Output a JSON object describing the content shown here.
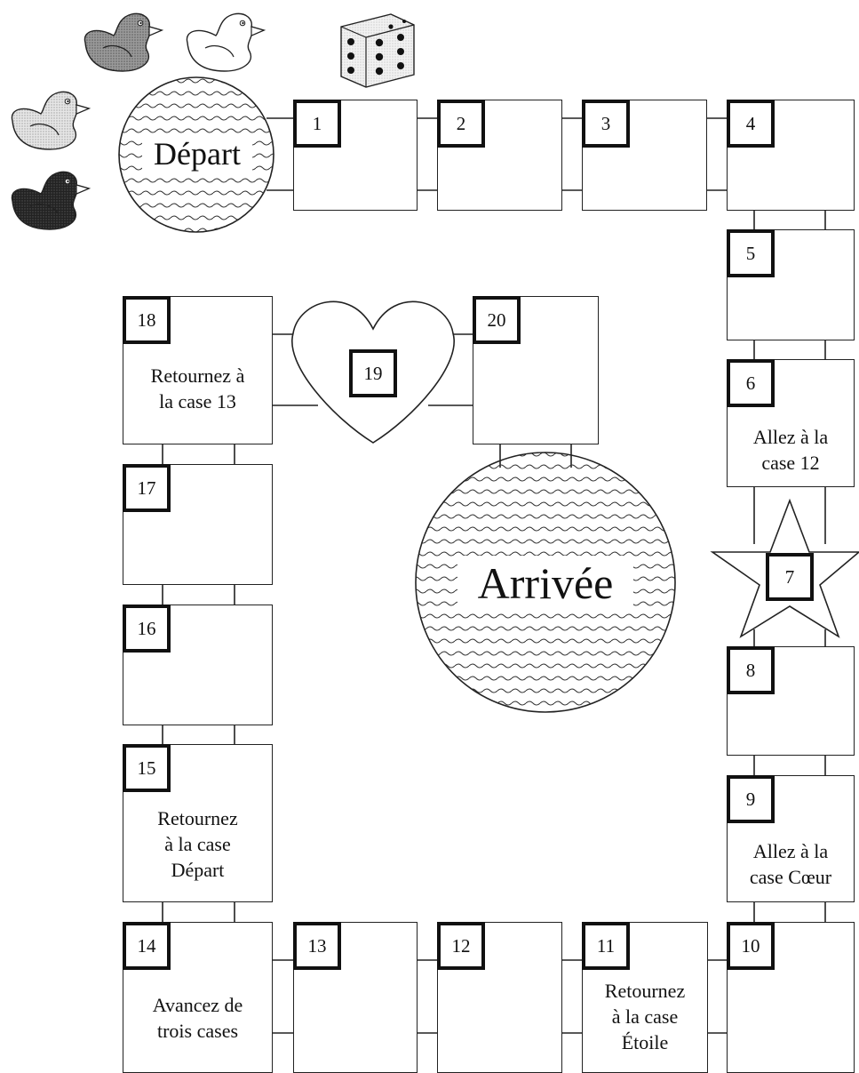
{
  "game": {
    "start_label": "Départ",
    "finish_label": "Arrivée",
    "squares": [
      {
        "num": "1",
        "text": ""
      },
      {
        "num": "2",
        "text": ""
      },
      {
        "num": "3",
        "text": ""
      },
      {
        "num": "4",
        "text": ""
      },
      {
        "num": "5",
        "text": ""
      },
      {
        "num": "6",
        "text": "Allez à la\ncase 12"
      },
      {
        "num": "7",
        "text": ""
      },
      {
        "num": "8",
        "text": ""
      },
      {
        "num": "9",
        "text": "Allez à la\ncase Cœur"
      },
      {
        "num": "10",
        "text": ""
      },
      {
        "num": "11",
        "text": "Retournez\nà la case\nÉtoile"
      },
      {
        "num": "12",
        "text": ""
      },
      {
        "num": "13",
        "text": ""
      },
      {
        "num": "14",
        "text": "Avancez de\ntrois cases"
      },
      {
        "num": "15",
        "text": "Retournez\nà la case\nDépart"
      },
      {
        "num": "16",
        "text": ""
      },
      {
        "num": "17",
        "text": ""
      },
      {
        "num": "18",
        "text": "Retournez à\nla case 13"
      },
      {
        "num": "19",
        "text": ""
      },
      {
        "num": "20",
        "text": ""
      }
    ],
    "pieces": [
      "duck-dark-gray",
      "duck-white",
      "duck-light-gray",
      "duck-black"
    ],
    "die": {
      "face": 6
    },
    "colors": {
      "line": "#222222",
      "piece_dark_gray": "#8a8a8a",
      "piece_light_gray": "#d8d8d8",
      "piece_black": "#2a2a2a",
      "piece_white": "#ffffff"
    }
  }
}
